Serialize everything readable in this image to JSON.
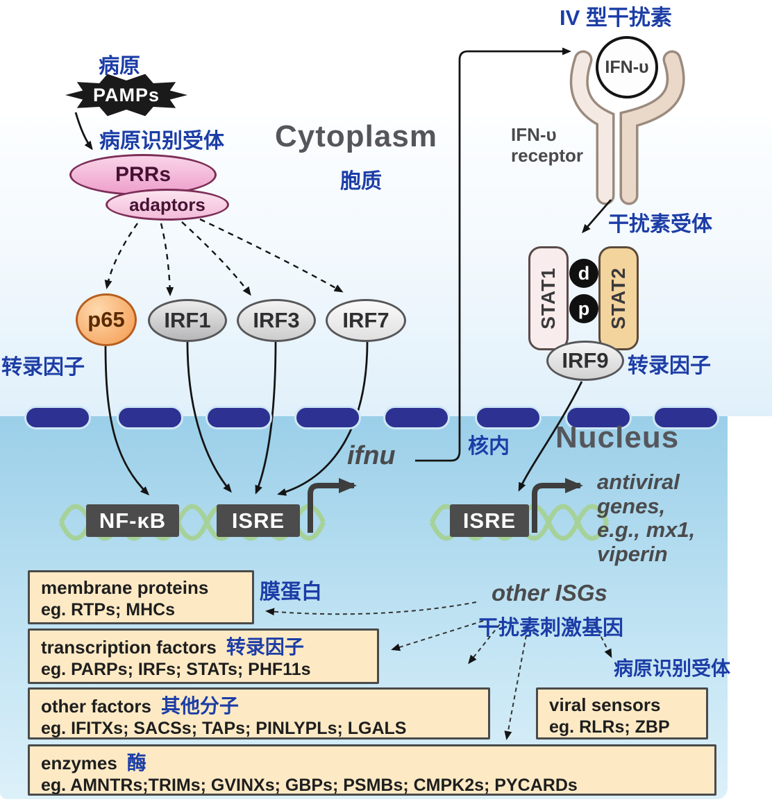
{
  "figure": {
    "type4_interferon_label": "IV 型干扰素",
    "pathogen_label": "病原",
    "pamps_label": "PAMPs",
    "pattern_recognition_label": "病原识别受体",
    "cytoplasm_title": "Cytoplasm",
    "cytoplasm_label_zh": "胞质",
    "ifn_ligand_label": "IFN-υ",
    "ifn_receptor_label": "IFN-υ\nreceptor",
    "ifn_receptor_label_zh": "干扰素受体",
    "prrs_label": "PRRs",
    "adaptors_label": "adaptors",
    "p65_label": "p65",
    "irf1_label": "IRF1",
    "irf3_label": "IRF3",
    "irf7_label": "IRF7",
    "stat1_label": "STAT1",
    "stat2_label": "STAT2",
    "stat_dot_top": "d",
    "stat_dot_bottom": "p",
    "irf9_label": "IRF9",
    "tf_label_left_zh": "转录因子",
    "tf_label_right_zh": "转录因子",
    "nucleus_title": "Nucleus",
    "nucleus_label_zh": "核内",
    "ifnu_gene_label": "ifnu",
    "nfkb_site_label": "NF-κB",
    "isre_site_left_label": "ISRE",
    "isre_site_right_label": "ISRE",
    "antiviral_genes_label": "antiviral\ngenes,\ne.g., mx1,\nviperin",
    "other_isgs_label": "other ISGs",
    "isgs_label_zh": "干扰素刺激基因"
  },
  "isg_boxes": {
    "membrane_proteins": {
      "title": "membrane proteins",
      "examples": "eg. RTPs; MHCs",
      "label_zh": "膜蛋白"
    },
    "transcription_factors": {
      "title": "transcription factors",
      "title_zh": "转录因子",
      "examples": "eg. PARPs; IRFs; STATs; PHF11s"
    },
    "other_factors": {
      "title": "other factors",
      "title_zh": "其他分子",
      "examples": "eg. IFITXs; SACSs; TAPs; PINLYPLs; LGALS"
    },
    "viral_sensors": {
      "title": "viral sensors",
      "examples": "eg. RLRs; ZBP",
      "label_zh": "病原识别受体"
    },
    "enzymes": {
      "title": "enzymes",
      "title_zh": "酶",
      "examples": "eg. AMNTRs;TRIMs; GVINXs; GBPs; PSMBs; CMPK2s; PYCARDs"
    }
  },
  "colors": {
    "chinese_label": "#1c3da6",
    "gray_title": "#55565b",
    "membrane_segment": "#2c3192",
    "isg_box_fill": "#fdeac5",
    "gene_box_fill": "#4c4c4c",
    "dna_strand": "#a6d29a",
    "p65_fill": "#f5994d",
    "prrs_fill": "#ee9fcb",
    "stat2_fill": "#f4d49d"
  }
}
